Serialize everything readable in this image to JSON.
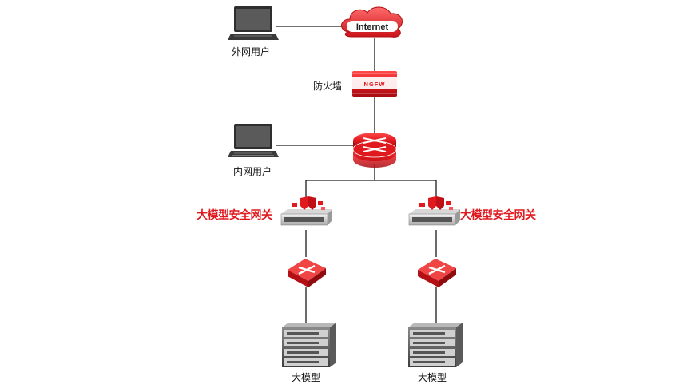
{
  "nodes": {
    "internet": {
      "label": "Internet"
    },
    "external_user": {
      "label": "外网用户"
    },
    "firewall": {
      "label": "防火墙",
      "badge": "NGFW"
    },
    "internal_user": {
      "label": "内网用户"
    },
    "gateway_left": {
      "label": "大模型安全网关"
    },
    "gateway_right": {
      "label": "大模型安全网关"
    },
    "model_left": {
      "label": "大模型"
    },
    "model_right": {
      "label": "大模型"
    }
  },
  "colors": {
    "accent": "#e0191f",
    "line": "#1a1a1a"
  }
}
